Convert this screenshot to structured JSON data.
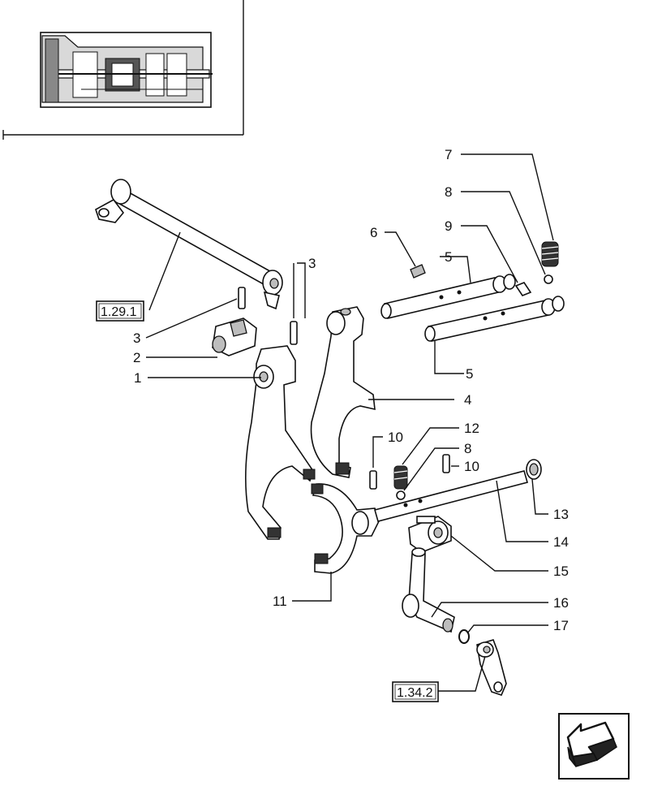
{
  "callouts": [
    {
      "id": "c1",
      "text": "1"
    },
    {
      "id": "c2",
      "text": "2"
    },
    {
      "id": "c3a",
      "text": "3"
    },
    {
      "id": "c3b",
      "text": "3"
    },
    {
      "id": "c4",
      "text": "4"
    },
    {
      "id": "c5a",
      "text": "5"
    },
    {
      "id": "c5b",
      "text": "5"
    },
    {
      "id": "c6",
      "text": "6"
    },
    {
      "id": "c7",
      "text": "7"
    },
    {
      "id": "c8a",
      "text": "8"
    },
    {
      "id": "c8b",
      "text": "8"
    },
    {
      "id": "c9",
      "text": "9"
    },
    {
      "id": "c10a",
      "text": "10"
    },
    {
      "id": "c10b",
      "text": "10"
    },
    {
      "id": "c11",
      "text": "11"
    },
    {
      "id": "c12",
      "text": "12"
    },
    {
      "id": "c13",
      "text": "13"
    },
    {
      "id": "c14",
      "text": "14"
    },
    {
      "id": "c15",
      "text": "15"
    },
    {
      "id": "c16",
      "text": "16"
    },
    {
      "id": "c17",
      "text": "17"
    }
  ],
  "references": [
    {
      "id": "r1",
      "text": "1.29.1"
    },
    {
      "id": "r2",
      "text": "1.34.2"
    }
  ],
  "navigation": {
    "icon": "arrow-back-icon"
  }
}
